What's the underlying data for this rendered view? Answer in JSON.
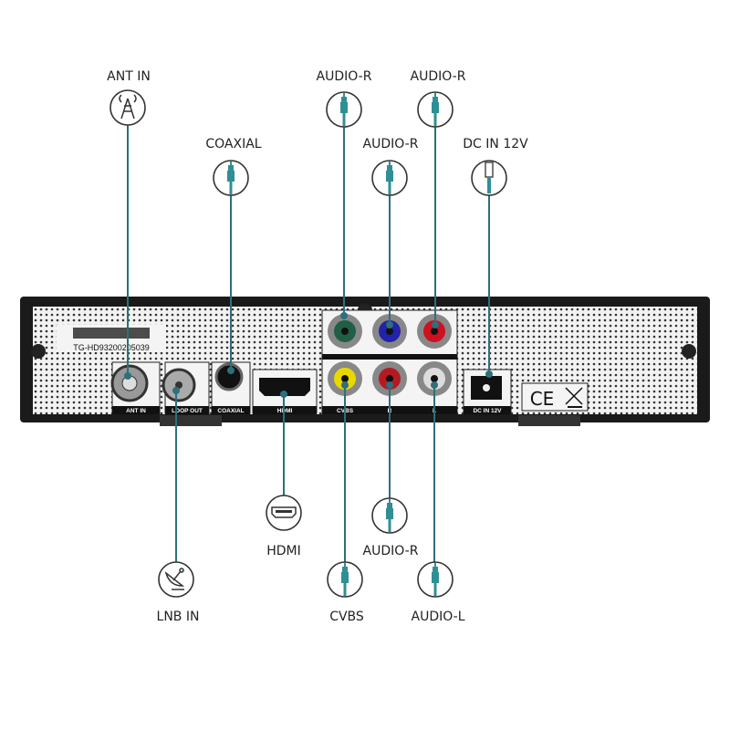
{
  "colors": {
    "leader": "#2e6f7a",
    "panel": "#1a1a1a",
    "jack_teal": "#2f8f95"
  },
  "callouts": {
    "ant_in": {
      "label": "ANT IN",
      "icon": "antenna-icon"
    },
    "coaxial": {
      "label": "COAXIAL",
      "icon": "audio-jack-icon"
    },
    "audio_r_top1": {
      "label": "AUDIO-R",
      "icon": "audio-jack-icon"
    },
    "audio_r_top2": {
      "label": "AUDIO-R",
      "icon": "audio-jack-icon"
    },
    "audio_r_mid": {
      "label": "AUDIO-R",
      "icon": "audio-jack-icon"
    },
    "dc_in": {
      "label": "DC IN 12V",
      "icon": "power-plug-icon"
    },
    "lnb_in": {
      "label": "LNB IN",
      "icon": "satellite-dish-icon"
    },
    "hdmi": {
      "label": "HDMI",
      "icon": "hdmi-icon"
    },
    "audio_r_bottom": {
      "label": "AUDIO-R",
      "icon": "audio-jack-icon"
    },
    "cvbs": {
      "label": "CVBS",
      "icon": "audio-jack-icon"
    },
    "audio_l": {
      "label": "AUDIO-L",
      "icon": "audio-jack-icon"
    }
  },
  "device": {
    "serial": "TG-HD93200205039",
    "ports": {
      "ant_in": "ANT IN",
      "loop_out": "LOOP OUT",
      "coaxial": "COAXIAL",
      "hdmi": "HDMI",
      "cvbs": "CVBS",
      "r": "R",
      "l": "L",
      "dc_in": "DC IN 12V"
    },
    "certification": "CE"
  }
}
